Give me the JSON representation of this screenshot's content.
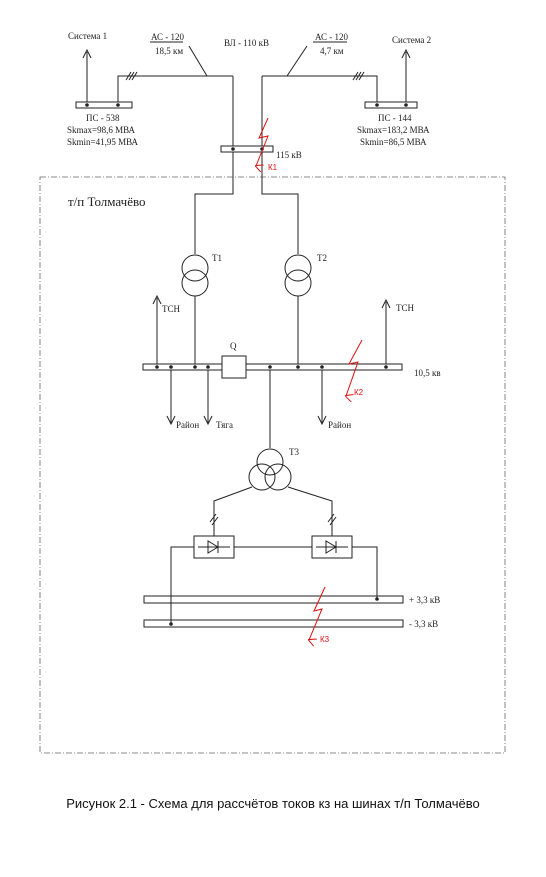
{
  "top": {
    "system1": "Система 1",
    "system2": "Система 2",
    "line_left_type": "АС - 120",
    "line_left_len": "18,5 км",
    "line_right_type": "АС - 120",
    "line_right_len": "4,7 км",
    "overhead_line": "ВЛ - 110 кВ"
  },
  "ps_left": {
    "name": "ПС - 538",
    "skmax": "Skmax=98,6 МВА",
    "skmin": "Skmin=41,95 МВА"
  },
  "ps_right": {
    "name": "ПС - 144",
    "skmax": "Skmax=183,2 МВА",
    "skmin": "Skmin=86,5 МВА"
  },
  "bus_115": "115 кВ",
  "substation": "т/п Толмачёво",
  "transformers": {
    "t1": "Т1",
    "t2": "Т2",
    "t3": "Т3"
  },
  "aux_left": "ТСН",
  "aux_right": "ТСН",
  "breaker": "Q",
  "bus_10": "10,5 кв",
  "feeders": {
    "f1": "Район",
    "f2": "Тяга",
    "f3": "Район"
  },
  "dc_plus": "+ 3,3 кВ",
  "dc_minus": "- 3,3 кВ",
  "faults": {
    "k1": "К1",
    "k2": "К2",
    "k3": "К3"
  },
  "caption": "Рисунок 2.1 - Схема для рассчётов токов кз на шинах т/п Толмачёво"
}
